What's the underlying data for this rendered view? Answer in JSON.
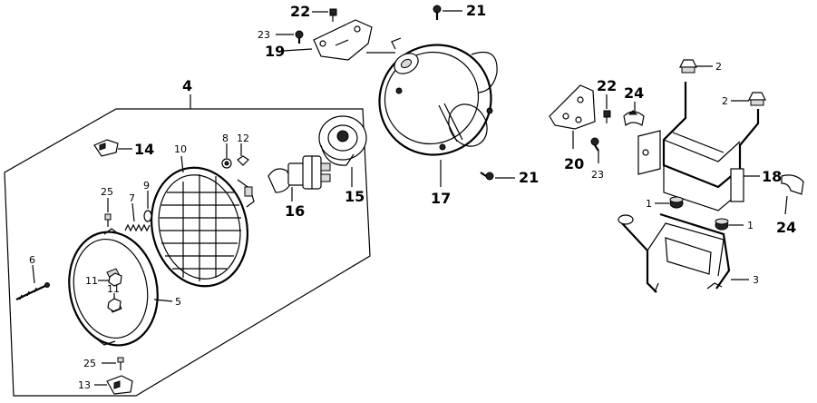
{
  "callouts": {
    "c1a": "1",
    "c1b": "1",
    "c2a": "2",
    "c2b": "2",
    "c3": "3",
    "c4": "4",
    "c5": "5",
    "c6": "6",
    "c7": "7",
    "c8": "8",
    "c9": "9",
    "c10": "10",
    "c11a": "11",
    "c11b": "11",
    "c12": "12",
    "c13": "13",
    "c14": "14",
    "c15": "15",
    "c16": "16",
    "c17": "17",
    "c18": "18",
    "c19": "19",
    "c20": "20",
    "c21a": "21",
    "c21b": "21",
    "c22a": "22",
    "c22b": "22",
    "c23a": "23",
    "c23b": "23",
    "c24a": "24",
    "c24b": "24",
    "c25a": "25",
    "c25b": "25"
  }
}
